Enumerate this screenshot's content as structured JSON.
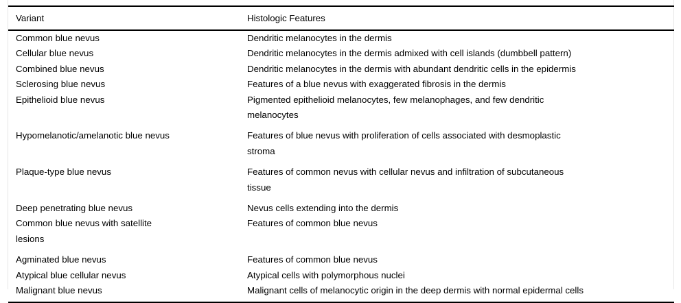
{
  "table": {
    "columns": [
      {
        "key": "variant",
        "label": "Variant"
      },
      {
        "key": "features",
        "label": "Histologic Features"
      }
    ],
    "rows": [
      {
        "variant": "Common blue nevus",
        "features": "Dendritic melanocytes in the dermis"
      },
      {
        "variant": "Cellular blue nevus",
        "features": "Dendritic melanocytes in the dermis admixed with cell islands (dumbbell pattern)"
      },
      {
        "variant": "Combined blue nevus",
        "features": "Dendritic melanocytes in the dermis with abundant dendritic cells in the epidermis"
      },
      {
        "variant": "Sclerosing blue nevus",
        "features": "Features of a blue nevus with exaggerated fibrosis in the dermis"
      },
      {
        "variant": "Epithelioid blue nevus",
        "features": "Pigmented epithelioid melanocytes, few melanophages, and few dendritic\nmelanocytes"
      },
      {
        "variant": "Hypomelanotic/amelanotic blue nevus",
        "features": "Features of blue nevus with proliferation of cells associated with desmoplastic\nstroma"
      },
      {
        "variant": "Plaque-type blue nevus",
        "features": "Features of common nevus with cellular nevus and infiltration of subcutaneous\ntissue"
      },
      {
        "variant": "Deep penetrating blue nevus",
        "features": "Nevus cells extending into the dermis"
      },
      {
        "variant": "Common blue nevus with satellite\nlesions",
        "features": "Features of common blue nevus"
      },
      {
        "variant": "Agminated blue nevus",
        "features": "Features of common blue nevus"
      },
      {
        "variant": "Atypical blue cellular nevus",
        "features": "Atypical cells with polymorphous nuclei"
      },
      {
        "variant": "Malignant blue nevus",
        "features": "Malignant cells of melanocytic origin in the deep dermis with normal epidermal cells"
      }
    ]
  },
  "style": {
    "text_color": "#000000",
    "background_color": "#ffffff",
    "rule_color": "#000000",
    "edge_line_color": "#e6e6e6"
  }
}
